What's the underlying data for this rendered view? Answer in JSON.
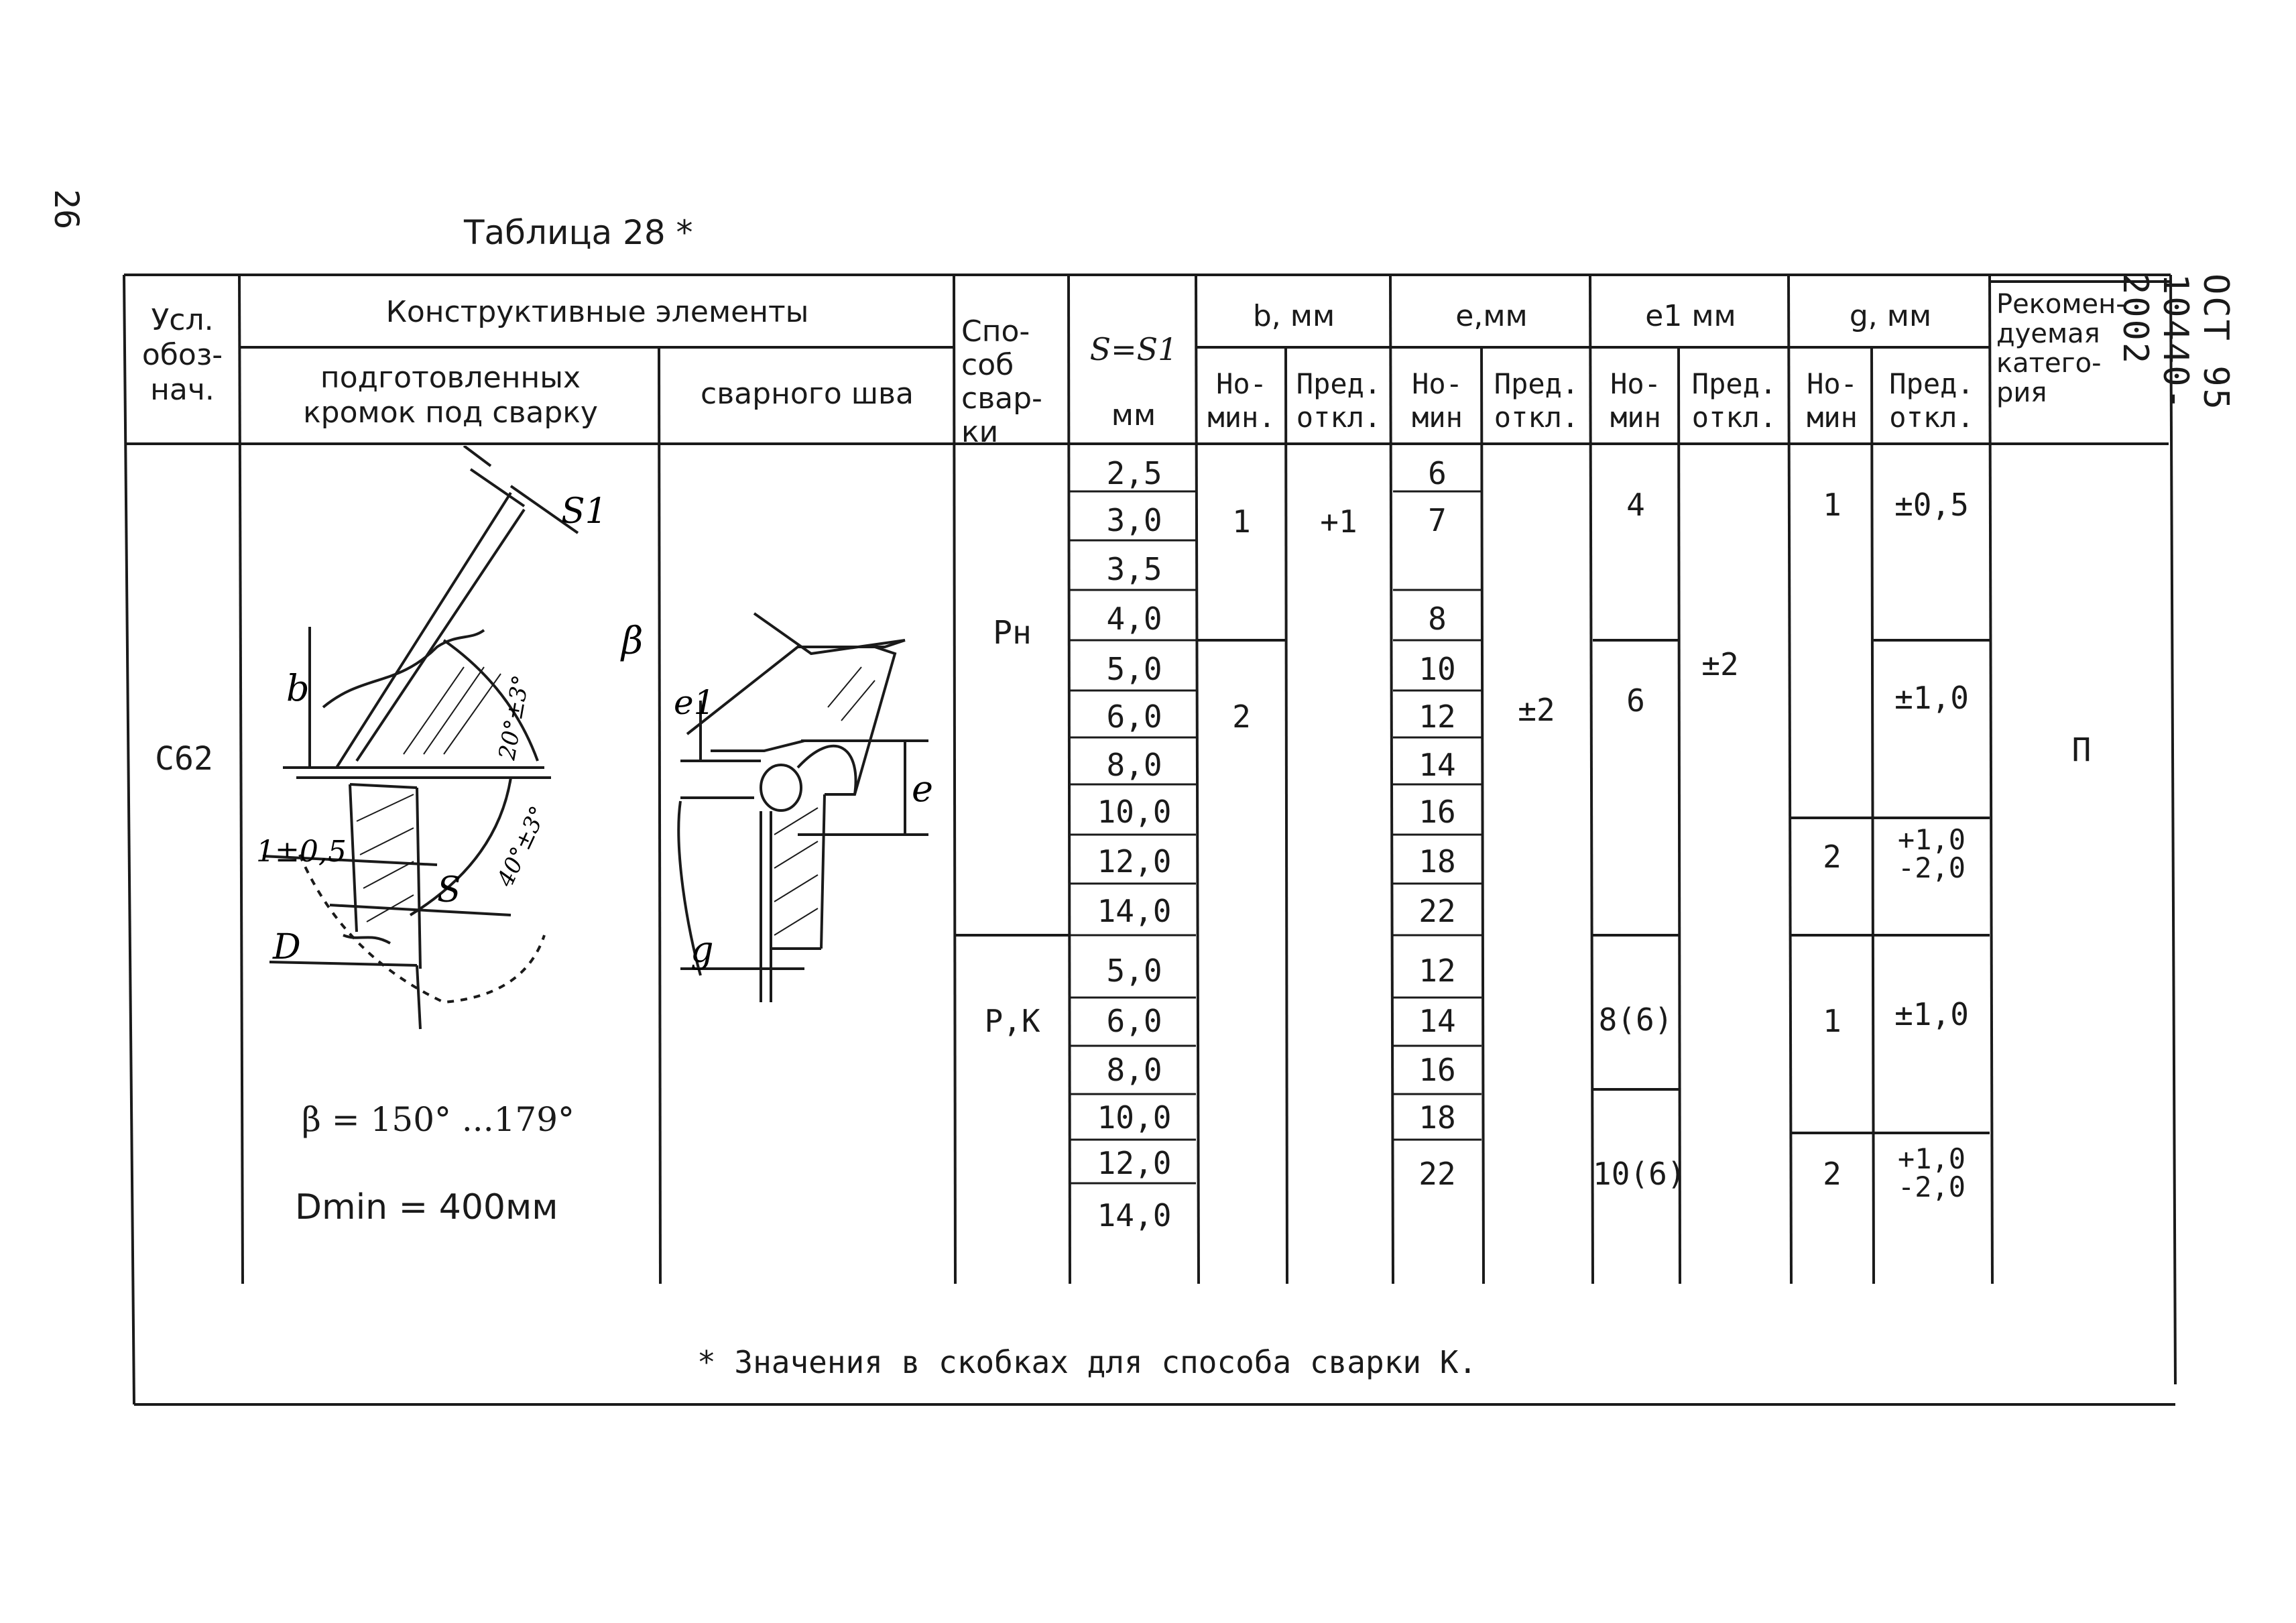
{
  "page_number": "26",
  "caption": "Таблица 28 *",
  "side_code": "ОСТ 95 10440-2002",
  "headers": {
    "designation": [
      "Усл.",
      "обоз-",
      "нач."
    ],
    "constructive_elements": "Конструктивные элементы",
    "prepared_edges": [
      "подготовленных",
      "кромок под сварку"
    ],
    "weld": "сварного шва",
    "method": [
      "Спо-",
      "соб",
      "свар-",
      "ки"
    ],
    "thickness_top": "S=S1",
    "thickness_unit": "мм",
    "b": "b, мм",
    "e": "e,мм",
    "e1": "e1 мм",
    "g": "g, мм",
    "nominal": [
      "Но-",
      "мин."
    ],
    "nominal2": [
      "Но-",
      "мин"
    ],
    "tolerance": [
      "Пред.",
      "откл."
    ],
    "recommended": [
      "Рекомен-",
      "дуемая",
      "катего-",
      "рия"
    ]
  },
  "row": {
    "designation": "С62",
    "category": "П",
    "formula_beta": "β = 150° ...179°",
    "formula_d": "Dmin = 400мм",
    "drawing_labels": {
      "s1": "S1",
      "beta": "β",
      "b": "b",
      "angle1": "20°±3°",
      "angle2": "40°±3°",
      "gap": "1±0,5",
      "s": "S",
      "d": "D",
      "e1": "e1",
      "e": "e",
      "g": "g"
    }
  },
  "method_rn": "Рн",
  "method_rk": "Р,К",
  "thickness_rn": [
    "2,5",
    "3,0",
    "3,5",
    "4,0",
    "5,0",
    "6,0",
    "8,0",
    "10,0",
    "12,0",
    "14,0"
  ],
  "thickness_rk": [
    "5,0",
    "6,0",
    "8,0",
    "10,0",
    "12,0",
    "14,0"
  ],
  "b_values": {
    "nom1": "1",
    "tol1": "+1",
    "nom2": "2"
  },
  "e_nom_rn": [
    "6",
    "7",
    "",
    "8",
    "10",
    "12",
    "14",
    "16",
    "18",
    "22"
  ],
  "e_nom_rk": [
    "12",
    "14",
    "16",
    "18",
    "22"
  ],
  "e_tol": "±2",
  "e1_values": {
    "rn1": "4",
    "rn2": "6",
    "rk1": "8(6)",
    "rk2": "10(6)",
    "tol": "±2"
  },
  "g_values": {
    "nom_rn1": "1",
    "tol_rn1": "±0,5",
    "tol_rn2": "±1,0",
    "nom_rn3": "2",
    "tol_rn3": [
      "+1,0",
      "-2,0"
    ],
    "nom_rk1": "1",
    "tol_rk1": "±1,0",
    "nom_rk2": "2",
    "tol_rk2": [
      "+1,0",
      "-2,0"
    ]
  },
  "footnote": "* Значения в скобках для способа сварки К."
}
